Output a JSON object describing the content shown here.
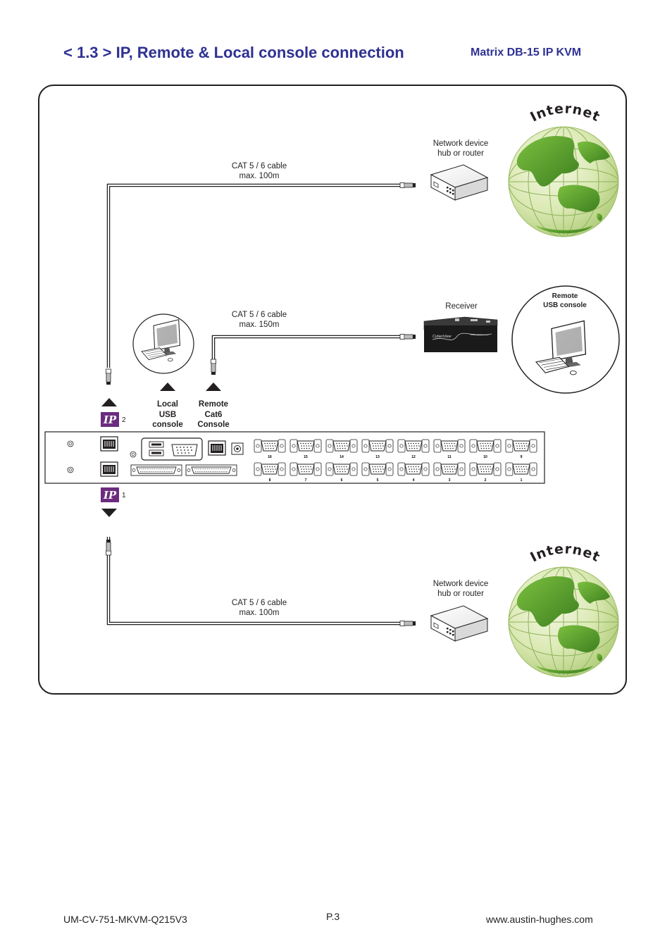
{
  "header": {
    "title": "< 1.3 > IP, Remote & Local console connection",
    "subtitle": "Matrix  DB-15 IP KVM"
  },
  "diagram": {
    "cable_top": {
      "line1": "CAT 5 / 6 cable",
      "line2": "max. 100m"
    },
    "cable_mid": {
      "line1": "CAT 5 / 6 cable",
      "line2": "max. 150m"
    },
    "cable_bottom": {
      "line1": "CAT 5 / 6 cable",
      "line2": "max. 100m"
    },
    "router_top": {
      "line1": "Network device",
      "line2": "hub or router"
    },
    "router_bottom": {
      "line1": "Network device",
      "line2": "hub or router"
    },
    "receiver": "Receiver",
    "receiver_brand": "CyberView",
    "remote_usb": {
      "line1": "Remote",
      "line2": "USB console"
    },
    "local_usb": {
      "line1": "Local",
      "line2": "USB",
      "line3": "console"
    },
    "remote_cat6": {
      "line1": "Remote",
      "line2": "Cat6",
      "line3": "Console"
    },
    "internet_label": "Internet",
    "ip_badge": "IP",
    "ip_port_top": "2",
    "ip_port_bottom": "1",
    "ports_top": [
      "16",
      "15",
      "14",
      "13",
      "12",
      "11",
      "10",
      "9"
    ],
    "ports_bottom": [
      "8",
      "7",
      "6",
      "5",
      "4",
      "3",
      "2",
      "1"
    ],
    "colors": {
      "title": "#2e3192",
      "ip_badge": "#6b2c7f",
      "globe_green": "#5a9a2a"
    }
  },
  "footer": {
    "doc_code": "UM-CV-751-MKVM-Q215V3",
    "page": "P.3",
    "website": "www.austin-hughes.com"
  }
}
